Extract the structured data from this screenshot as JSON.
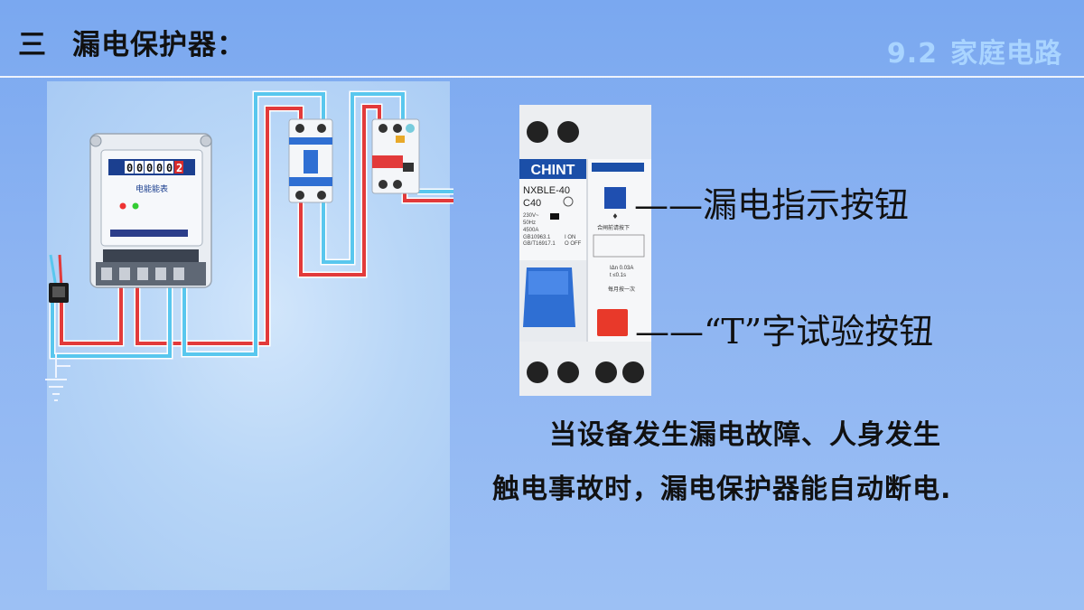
{
  "header": {
    "section_number": "三",
    "section_title": "漏电保护器：",
    "chapter_number": "9.2",
    "chapter_title": "家庭电路"
  },
  "meter": {
    "reading": [
      "0",
      "0",
      "0",
      "0",
      "0",
      "2"
    ],
    "title": "电能能表"
  },
  "device": {
    "brand": "CHINT",
    "model": "NXBLE-40",
    "rating": "C40",
    "spec_lines": [
      "230V~",
      "50Hz",
      "4500A"
    ],
    "standard_lines": [
      "GB10963.1",
      "GB/T16917.1"
    ],
    "on_off": [
      "I ON",
      "O OFF"
    ],
    "notice_top": "合闸前请按下",
    "leak_spec_lines": [
      "IΔn 0.03A",
      "t ≤0.1s"
    ],
    "notice_bottom": "每月按一次"
  },
  "labels": {
    "leak_indicator": "——漏电指示按钮",
    "test_button": "——“T”字试验按钮"
  },
  "description": {
    "line1": "当设备发生漏电故障、人身发生",
    "line2": "触电事故时，漏电保护器能自动断电."
  },
  "colors": {
    "background": "#8db4f2",
    "chapter_text": "#a9d4ff",
    "wire_live": "#e23a3a",
    "wire_neutral": "#59c7ee",
    "breaker_blue": "#2f6fd3",
    "test_button": "#e8392a"
  }
}
